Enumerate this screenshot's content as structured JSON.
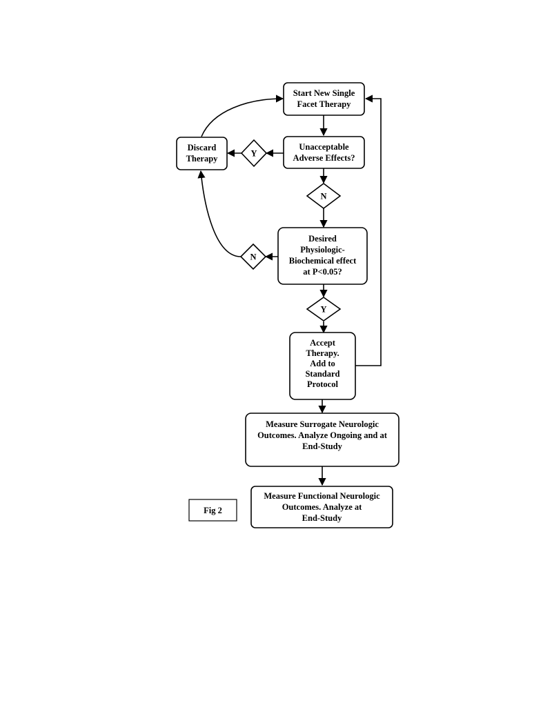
{
  "nodes": {
    "start": {
      "lines": [
        "Start New Single",
        "Facet Therapy"
      ]
    },
    "adverse": {
      "lines": [
        "Unacceptable",
        "Adverse Effects?"
      ]
    },
    "discard": {
      "lines": [
        "Discard",
        "Therapy"
      ]
    },
    "desired": {
      "lines": [
        "Desired",
        "Physiologic-",
        "Biochemical effect",
        "at P<0.05?"
      ]
    },
    "accept": {
      "lines": [
        "Accept",
        "Therapy.",
        "Add to",
        "Standard",
        "Protocol"
      ]
    },
    "surrogate": {
      "lines": [
        "Measure Surrogate Neurologic",
        "Outcomes. Analyze Ongoing and at",
        "End-Study"
      ]
    },
    "functional": {
      "lines": [
        "Measure Functional Neurologic",
        "Outcomes. Analyze at",
        "End-Study"
      ]
    },
    "figlabel": {
      "lines": [
        "Fig 2"
      ]
    }
  },
  "decisions": {
    "adverse_yes": "Y",
    "adverse_no": "N",
    "desired_no": "N",
    "desired_yes": "Y"
  }
}
